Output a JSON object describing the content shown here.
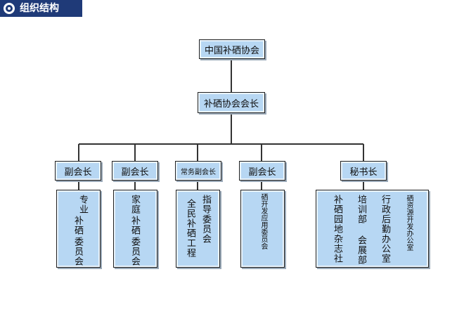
{
  "header": {
    "title": "组织结构"
  },
  "org": {
    "root": "中国补硒协会",
    "president": "补硒协会会长",
    "branches": [
      {
        "title": "副会长",
        "columns": [
          "专业",
          "补硒",
          "委员会"
        ]
      },
      {
        "title": "副会长",
        "columns": [
          "家庭",
          "补硒",
          "委员会"
        ]
      },
      {
        "title": "常务副会长",
        "columns": [
          "全民补硒工程",
          "指导委员会"
        ]
      },
      {
        "title": "副会长",
        "columns": [
          "硒开发应用委员会"
        ]
      },
      {
        "title": "秘书长",
        "columns": [
          "补硒园地杂志社",
          "培训部 会展部",
          "行政后勤办公室",
          "硒资源开发办公室"
        ]
      }
    ]
  }
}
